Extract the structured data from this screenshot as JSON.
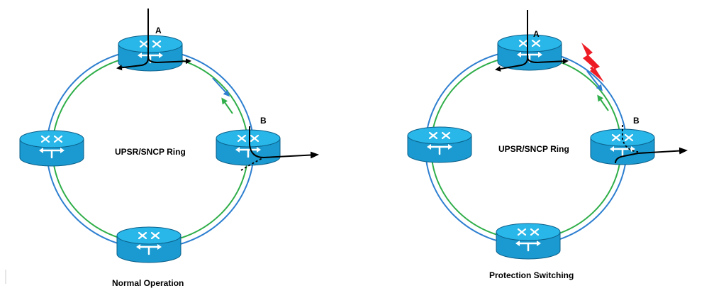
{
  "diagrams": [
    {
      "ring_label": "UPSR/SNCP Ring",
      "caption": "Normal Operation",
      "node_a_label": "A",
      "node_b_label": "B",
      "state": "normal"
    },
    {
      "ring_label": "UPSR/SNCP Ring",
      "caption": "Protection Switching",
      "node_a_label": "A",
      "node_b_label": "B",
      "state": "fault"
    }
  ],
  "colors": {
    "ring_outer": "#2e7fd0",
    "ring_inner": "#2fae49",
    "router_top": "#29b6e8",
    "router_side": "#1a9ad0",
    "router_edge": "#0b5f8a",
    "fault": "#ee1c24",
    "path": "#000000"
  },
  "icons": {
    "router": "router-icon",
    "fault": "lightning-fault-icon"
  }
}
